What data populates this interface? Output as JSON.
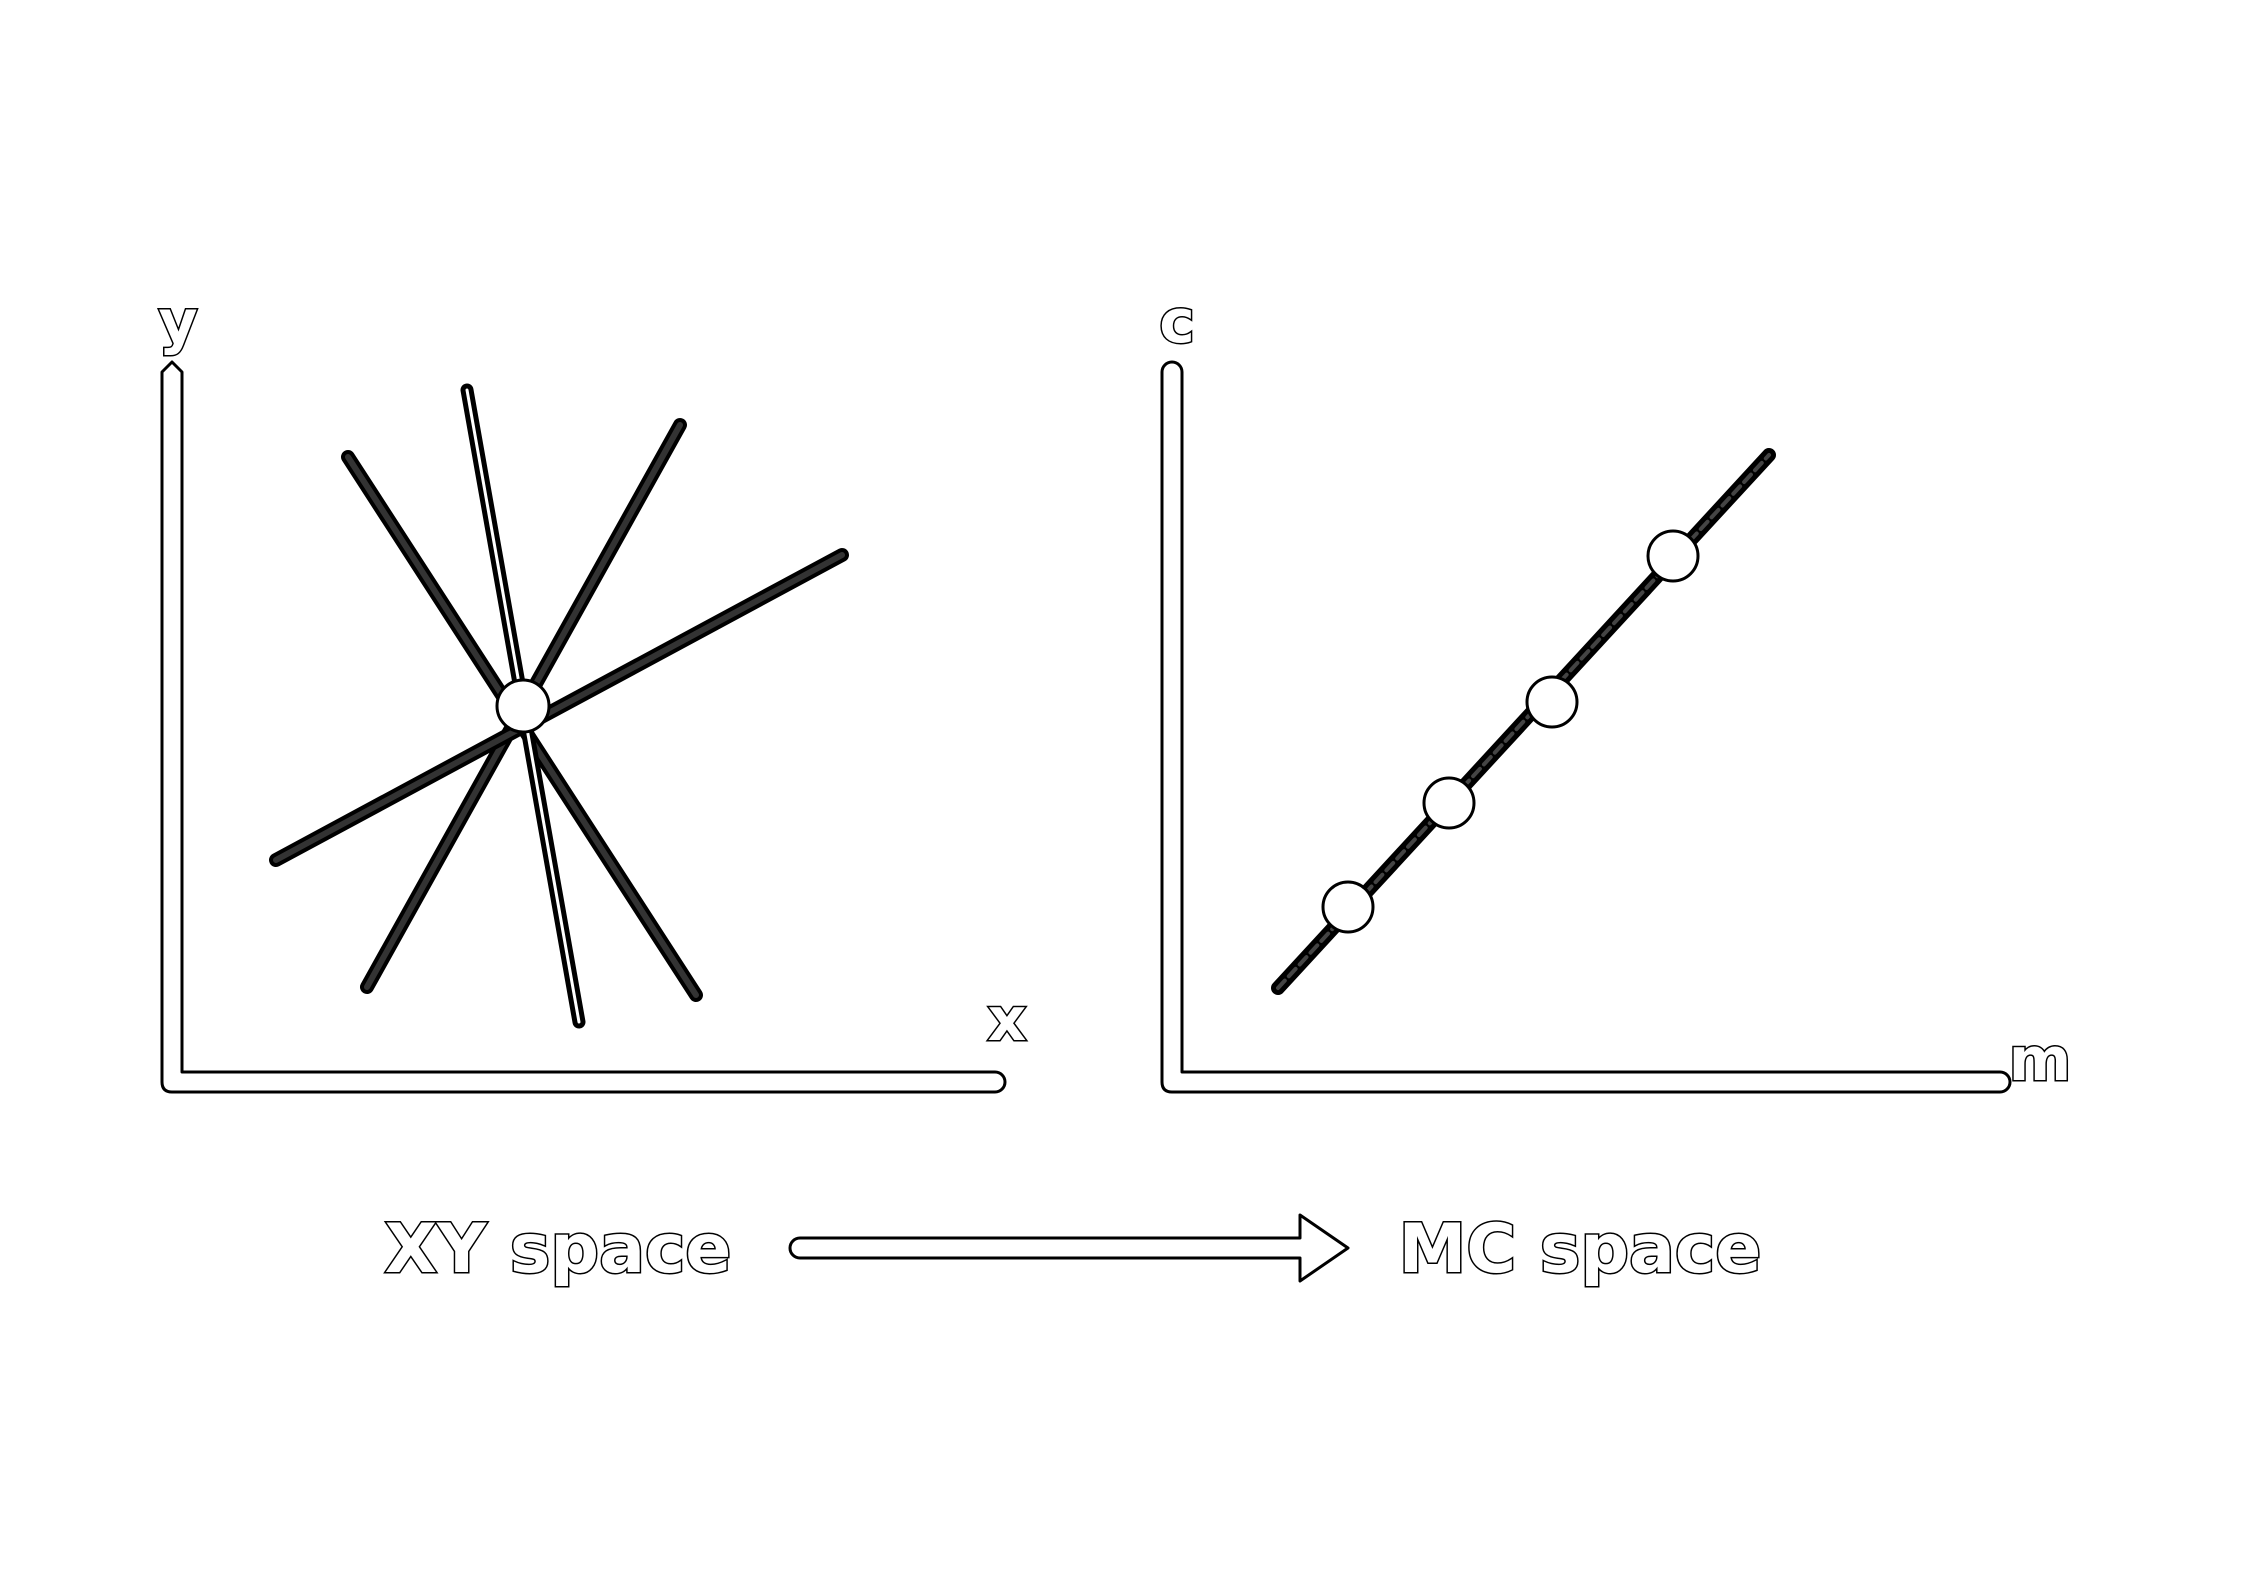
{
  "left_panel": {
    "y_axis_label": "y",
    "x_axis_label": "x",
    "caption": "XY space"
  },
  "right_panel": {
    "y_axis_label": "c",
    "x_axis_label": "m",
    "caption": "MC space"
  },
  "colors": {
    "stroke": "#000000",
    "fill": "#ffffff"
  }
}
